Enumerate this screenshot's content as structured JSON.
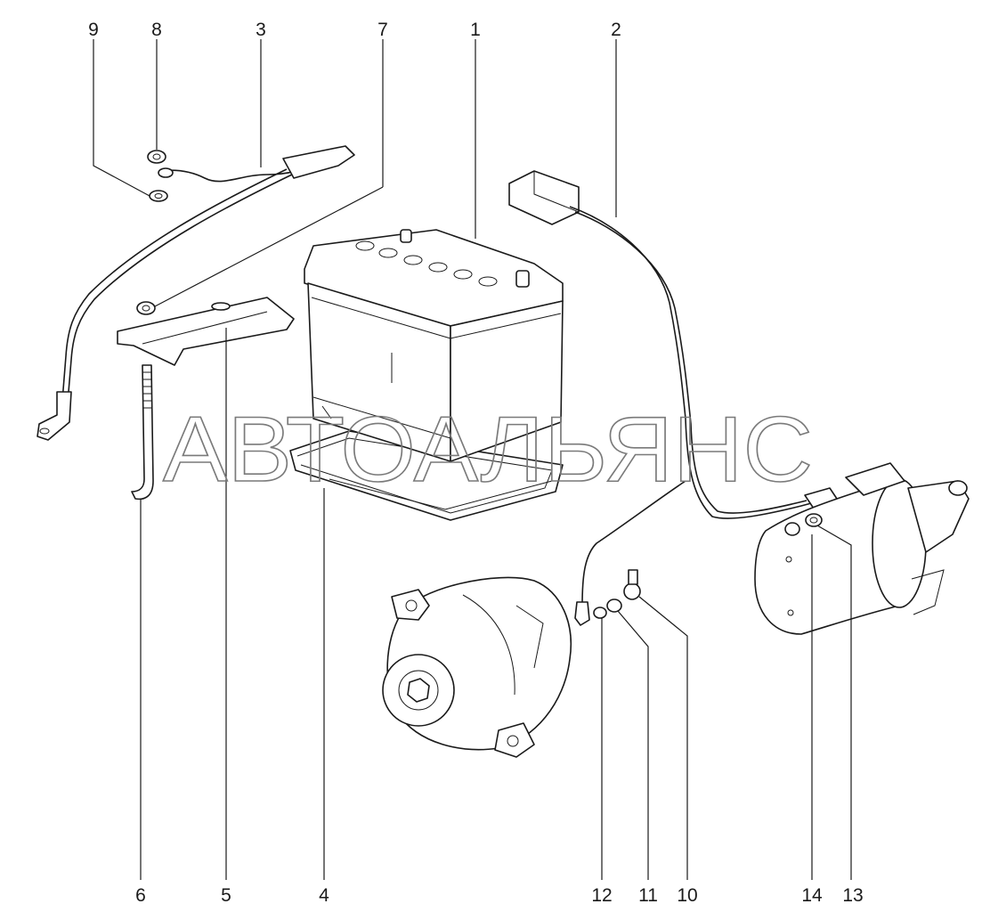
{
  "callouts": {
    "c1": "1",
    "c2": "2",
    "c3": "3",
    "c4": "4",
    "c5": "5",
    "c6": "6",
    "c7": "7",
    "c8": "8",
    "c9": "9",
    "c10": "10",
    "c11": "11",
    "c12": "12",
    "c13": "13",
    "c14": "14"
  },
  "watermark": "АВТОАЛЬЯНС",
  "colors": {
    "line": "#1a1a1a",
    "watermark": "#7a7a7a",
    "background": "#ffffff"
  }
}
